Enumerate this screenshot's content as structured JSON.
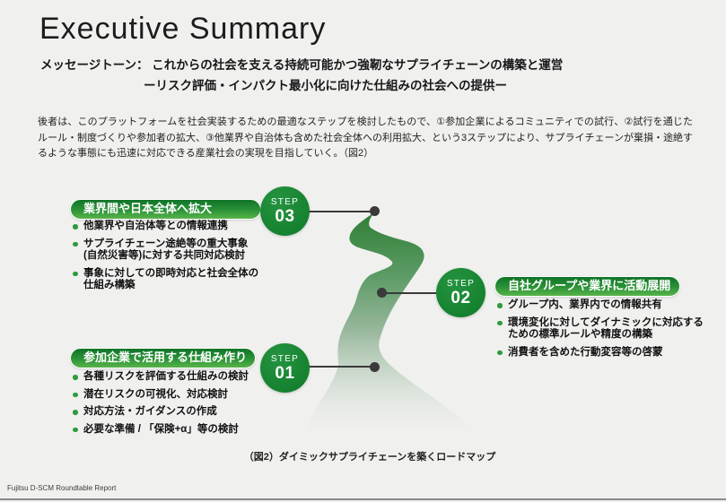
{
  "page": {
    "title": "Executive Summary",
    "message_tone_line1": "メッセージトーン： これからの社会を支える持続可能かつ強靭なサプライチェーンの構築と運営",
    "message_tone_line2": "ーリスク評価・インパクト最小化に向けた仕組みの社会への提供ー",
    "body_paragraph": "後者は、このプラットフォームを社会実装するための最適なステップを検討したもので、①参加企業によるコミュニティでの試行、②試行を通じたルール・制度づくりや参加者の拡大、③他業界や自治体も含めた社会全体への利用拡大、という3ステップにより、サプライチェーンが棄損・途絶するような事態にも迅速に対応できる産業社会の実現を目指していく。（図2）",
    "caption": "（図2）ダイミックサプライチェーンを築くロードマップ",
    "footer": "Fujitsu D-SCM Roundtable Report"
  },
  "steps": [
    {
      "label": "STEP",
      "number": "03",
      "header": "業界間や日本全体へ拡大",
      "bullets": [
        "他業界や自治体等との情報連携",
        "サプライチェーン途絶等の重大事象\n(自然災害等)に対する共同対応検討",
        "事象に対しての即時対応と社会全体の\n仕組み構築"
      ]
    },
    {
      "label": "STEP",
      "number": "02",
      "header": "自社グループや業界に活動展開",
      "bullets": [
        "グループ内、業界内での情報共有",
        "環境変化に対してダイナミックに対応する\nための標準ルールや精度の構築",
        "消費者を含めた行動変容等の啓蒙"
      ]
    },
    {
      "label": "STEP",
      "number": "01",
      "header": "参加企業で活用する仕組み作り",
      "bullets": [
        "各種リスクを評価する仕組みの検討",
        "潜在リスクの可視化、対応検討",
        "対応方法・ガイダンスの作成",
        "必要な準備 / 「保険+α」等の検討"
      ]
    }
  ],
  "colors": {
    "background": "#f0f0ef",
    "accent_green": "#168230",
    "pill_gradient_top": "#0f7427",
    "pill_gradient_bottom": "#58b44a",
    "road_top_green": "#2e7d33",
    "connector_gray": "#3a3a3a",
    "bullet_dot_green": "#2e9b3f"
  }
}
